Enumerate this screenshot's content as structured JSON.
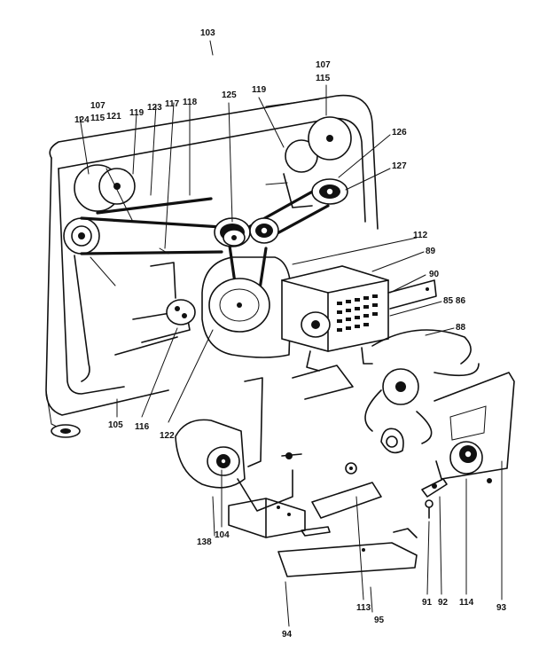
{
  "diagram": {
    "labels": [
      {
        "id": "103",
        "text": "103"
      },
      {
        "id": "107-top",
        "text": "107"
      },
      {
        "id": "115-top",
        "text": "115"
      },
      {
        "id": "107-left",
        "text": "107"
      },
      {
        "id": "124",
        "text": "124"
      },
      {
        "id": "115-left",
        "text": "115"
      },
      {
        "id": "121",
        "text": "121"
      },
      {
        "id": "119-left",
        "text": "119"
      },
      {
        "id": "123",
        "text": "123"
      },
      {
        "id": "117",
        "text": "117"
      },
      {
        "id": "118",
        "text": "118"
      },
      {
        "id": "125",
        "text": "125"
      },
      {
        "id": "119-top",
        "text": "119"
      },
      {
        "id": "126",
        "text": "126"
      },
      {
        "id": "127",
        "text": "127"
      },
      {
        "id": "112",
        "text": "112"
      },
      {
        "id": "89",
        "text": "89"
      },
      {
        "id": "90",
        "text": "90"
      },
      {
        "id": "85-86",
        "text": "85 86"
      },
      {
        "id": "88",
        "text": "88"
      },
      {
        "id": "116",
        "text": "116"
      },
      {
        "id": "105",
        "text": "105"
      },
      {
        "id": "122",
        "text": "122"
      },
      {
        "id": "138",
        "text": "138"
      },
      {
        "id": "104",
        "text": "104"
      },
      {
        "id": "113",
        "text": "113"
      },
      {
        "id": "95",
        "text": "95"
      },
      {
        "id": "94",
        "text": "94"
      },
      {
        "id": "91",
        "text": "91"
      },
      {
        "id": "92",
        "text": "92"
      },
      {
        "id": "114",
        "text": "114"
      },
      {
        "id": "93",
        "text": "93"
      }
    ]
  }
}
